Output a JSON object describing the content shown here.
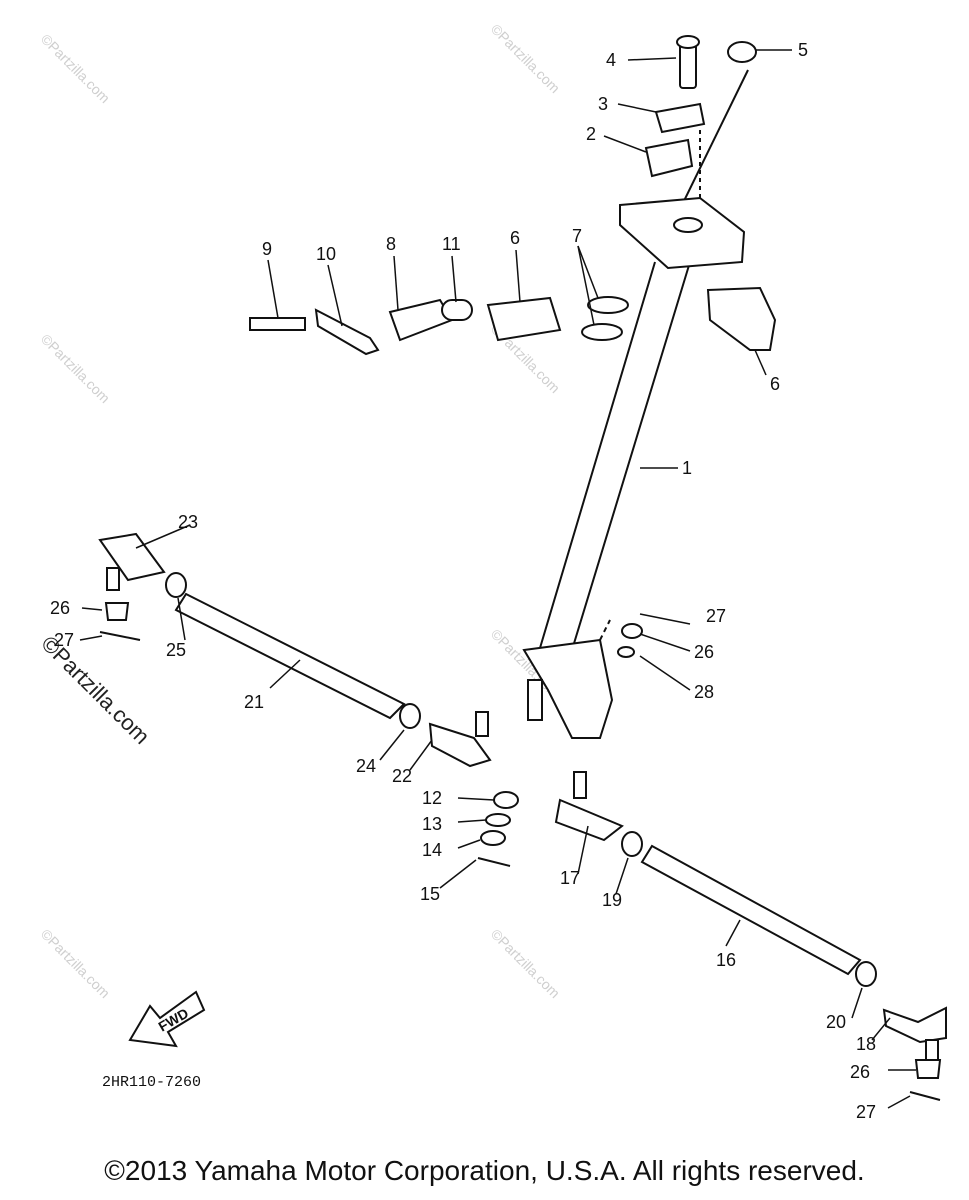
{
  "diagram": {
    "part_labels": [
      "1",
      "2",
      "3",
      "4",
      "5",
      "6",
      "6",
      "7",
      "8",
      "9",
      "10",
      "11",
      "12",
      "13",
      "14",
      "15",
      "16",
      "17",
      "18",
      "19",
      "20",
      "21",
      "22",
      "23",
      "24",
      "25",
      "26",
      "26",
      "26",
      "27",
      "27",
      "27",
      "28"
    ],
    "fwd_label": "FWD",
    "diagram_code": "2HR110-7260",
    "watermark": "©Partzilla.com"
  },
  "footer": {
    "copyright": "©2013 Yamaha Motor Corporation, U.S.A. All rights reserved."
  }
}
